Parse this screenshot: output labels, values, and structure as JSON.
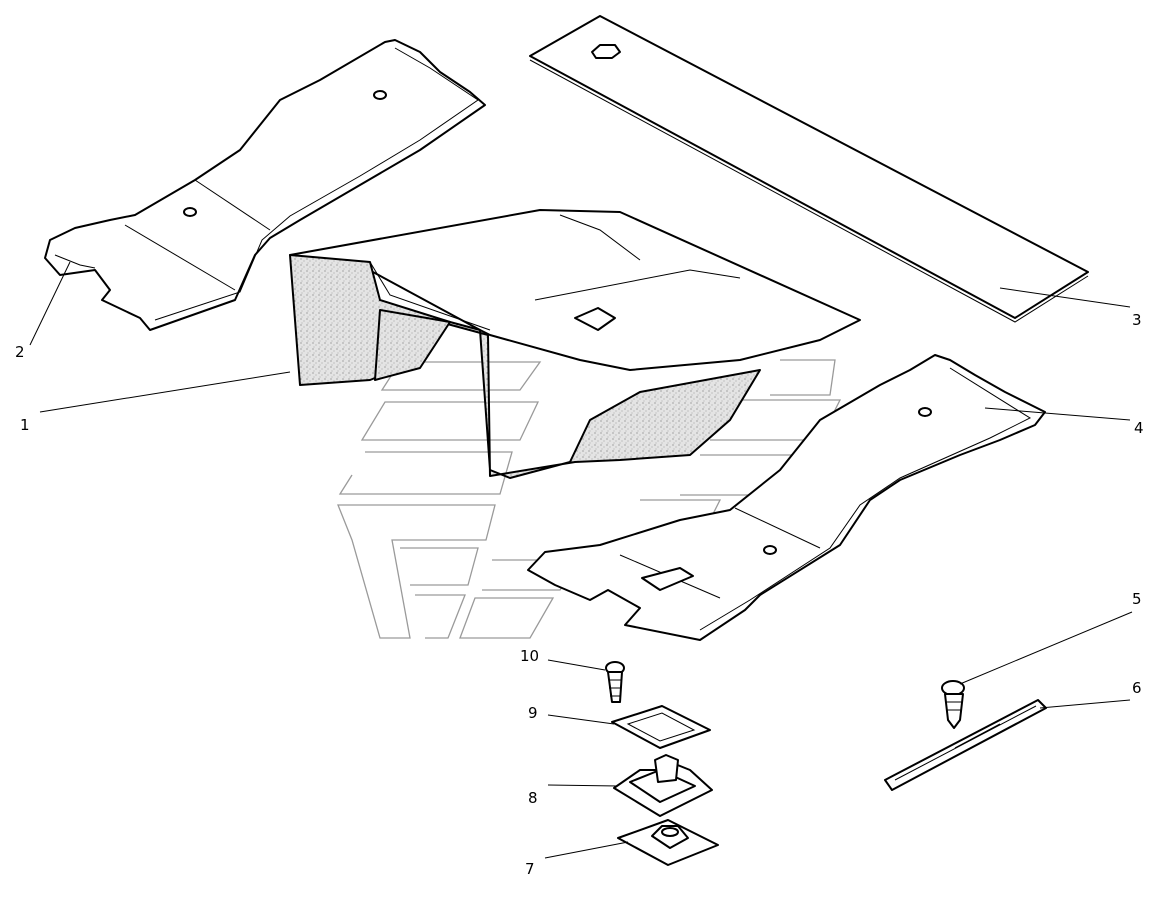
{
  "callouts": [
    {
      "id": "1",
      "text": "1"
    },
    {
      "id": "2",
      "text": "2"
    },
    {
      "id": "3",
      "text": "3"
    },
    {
      "id": "4",
      "text": "4"
    },
    {
      "id": "5",
      "text": "5"
    },
    {
      "id": "6",
      "text": "6"
    },
    {
      "id": "7",
      "text": "7"
    },
    {
      "id": "8",
      "text": "8"
    },
    {
      "id": "9",
      "text": "9"
    },
    {
      "id": "10",
      "text": "10"
    }
  ],
  "parts": [
    {
      "callout": "1",
      "kind": "tunnel-cover"
    },
    {
      "callout": "2",
      "kind": "left-floor-mat"
    },
    {
      "callout": "3",
      "kind": "strip-pad"
    },
    {
      "callout": "4",
      "kind": "right-floor-mat"
    },
    {
      "callout": "5",
      "kind": "self-tapping-screw"
    },
    {
      "callout": "6",
      "kind": "trim-strip"
    },
    {
      "callout": "7",
      "kind": "boot-seal-flange"
    },
    {
      "callout": "8",
      "kind": "lever-boot"
    },
    {
      "callout": "9",
      "kind": "frame-plate"
    },
    {
      "callout": "10",
      "kind": "screw"
    }
  ],
  "colors": {
    "line": "#000000",
    "watermark": "#9a9a9a",
    "background": "#ffffff"
  }
}
